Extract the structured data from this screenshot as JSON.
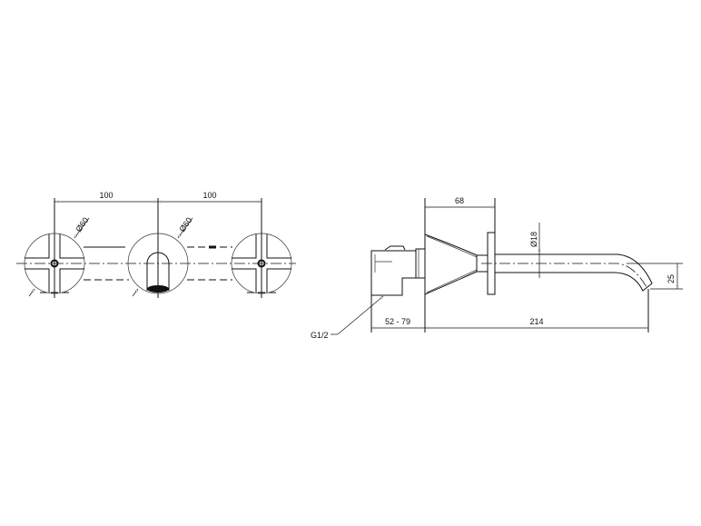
{
  "front_view": {
    "spacing_left": "100",
    "spacing_right": "100",
    "dia_left": "Ø60",
    "dia_center": "Ø60"
  },
  "side_view": {
    "cone_length": "68",
    "spout_diameter": "Ø18",
    "spout_drop": "25",
    "wall_depth": "52 - 79",
    "spout_projection": "214",
    "thread": "G1/2"
  }
}
